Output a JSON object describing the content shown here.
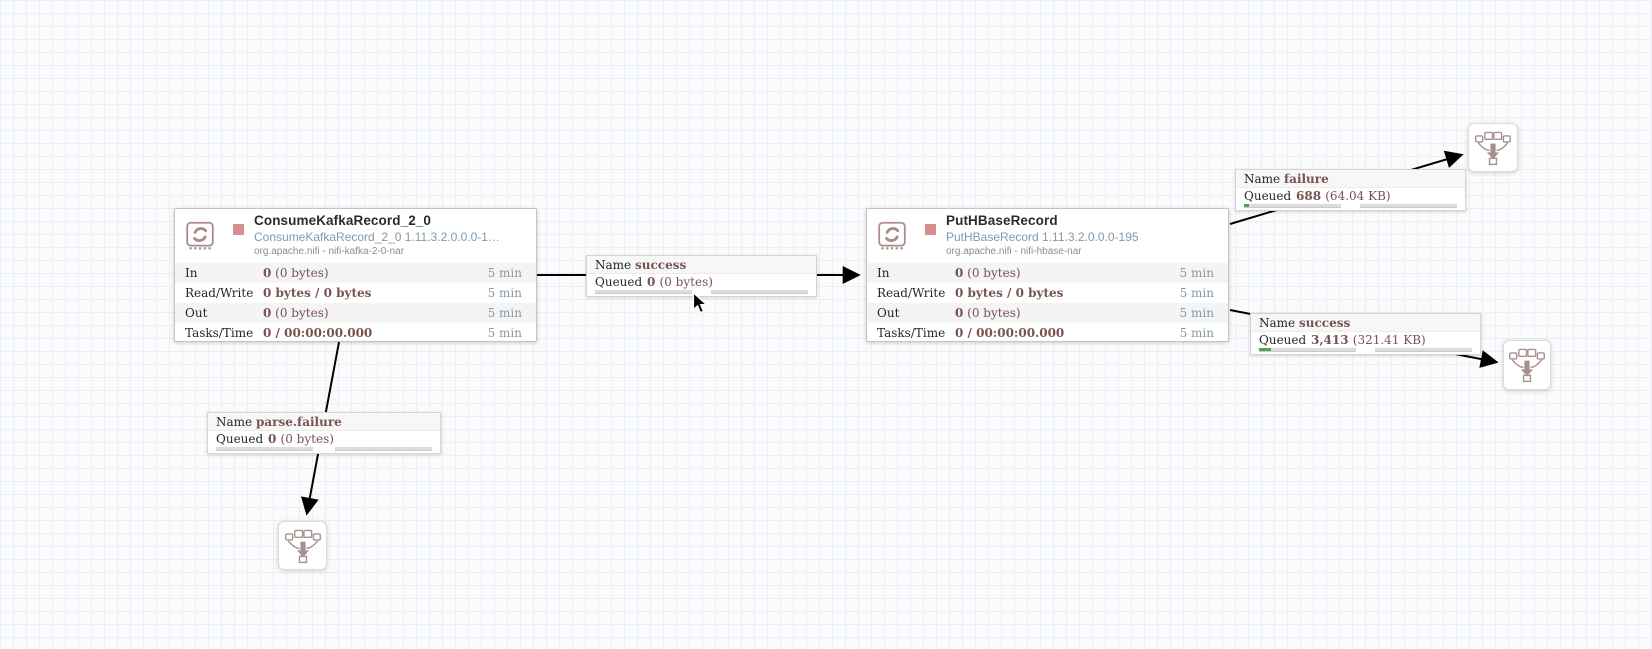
{
  "canvas": {
    "background": "#fafbfc",
    "grid_color": "#ebeef2"
  },
  "colors": {
    "value_maroon": "#775351",
    "stopped_square_red": "#d68e8e",
    "type_version_blue": "#7f9aac",
    "time_window_blue": "#8499aa",
    "queue_fill_green": "#54a05a",
    "icon_rose": "#a88f8f",
    "connection_line": "#000000"
  },
  "icons": {
    "processor": "stamp-sync-icon",
    "stopped_state": "stopped-square-icon",
    "funnel": "funnel-icon",
    "cursor": "mouse-pointer"
  },
  "processors": [
    {
      "name": "ConsumeKafkaRecord_2_0",
      "type_version": "ConsumeKafkaRecord_2_0 1.11.3.2.0.0.0-1…",
      "bundle": "org.apache.nifi - nifi-kafka-2-0-nar",
      "stats": {
        "rows": [
          {
            "label": "In",
            "value": "0",
            "value_suffix": " (0 bytes)",
            "window": "5 min"
          },
          {
            "label": "Read/Write",
            "value": "0 bytes / 0 bytes",
            "value_suffix": "",
            "window": "5 min"
          },
          {
            "label": "Out",
            "value": "0",
            "value_suffix": " (0 bytes)",
            "window": "5 min"
          },
          {
            "label": "Tasks/Time",
            "value": "0 / 00:00:00.000",
            "value_suffix": "",
            "window": "5 min"
          }
        ]
      }
    },
    {
      "name": "PutHBaseRecord",
      "type_version": "PutHBaseRecord 1.11.3.2.0.0.0-195",
      "bundle": "org.apache.nifi - nifi-hbase-nar",
      "stats": {
        "rows": [
          {
            "label": "In",
            "value": "0",
            "value_suffix": " (0 bytes)",
            "window": "5 min"
          },
          {
            "label": "Read/Write",
            "value": "0 bytes / 0 bytes",
            "value_suffix": "",
            "window": "5 min"
          },
          {
            "label": "Out",
            "value": "0",
            "value_suffix": " (0 bytes)",
            "window": "5 min"
          },
          {
            "label": "Tasks/Time",
            "value": "0 / 00:00:00.000",
            "value_suffix": "",
            "window": "5 min"
          }
        ]
      }
    }
  ],
  "connections": [
    {
      "name_label": "Name",
      "queued_label": "Queued",
      "name": "success",
      "queued_count": "0",
      "queued_size": "(0 bytes)",
      "count_fill_pct": 0
    },
    {
      "name_label": "Name",
      "queued_label": "Queued",
      "name": "parse.failure",
      "queued_count": "0",
      "queued_size": "(0 bytes)",
      "count_fill_pct": 0
    },
    {
      "name_label": "Name",
      "queued_label": "Queued",
      "name": "failure",
      "queued_count": "688",
      "queued_size": "(64.04 KB)",
      "count_fill_pct": 5
    },
    {
      "name_label": "Name",
      "queued_label": "Queued",
      "name": "success",
      "queued_count": "3,413",
      "queued_size": "(321.41 KB)",
      "count_fill_pct": 12
    }
  ]
}
